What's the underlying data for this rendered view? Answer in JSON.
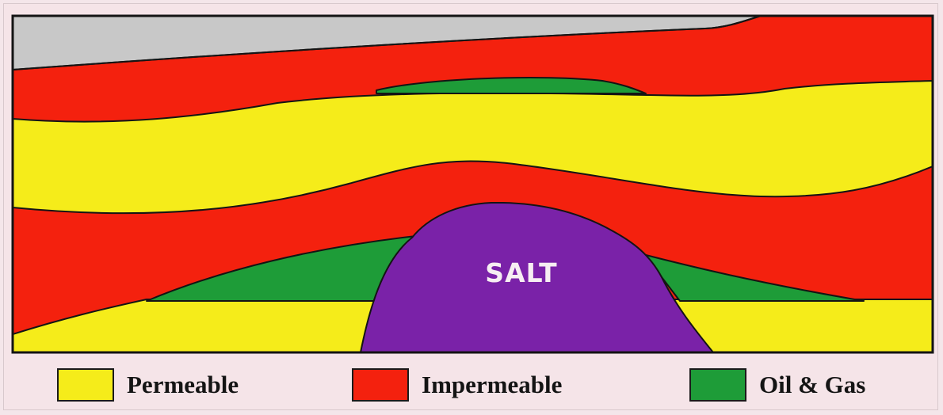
{
  "diagram": {
    "center_label": "SALT",
    "colors": {
      "background": "#f5e4e8",
      "overburden": "#c8c8c8",
      "permeable": "#f5ec1a",
      "impermeable": "#f4210e",
      "oil_gas": "#1e9c38",
      "salt": "#7a22a8",
      "outline": "#141414"
    }
  },
  "legend": {
    "items": [
      {
        "label": "Permeable",
        "color": "#f5ec1a"
      },
      {
        "label": "Impermeable",
        "color": "#f4210e"
      },
      {
        "label": "Oil & Gas",
        "color": "#1e9c38"
      }
    ]
  }
}
